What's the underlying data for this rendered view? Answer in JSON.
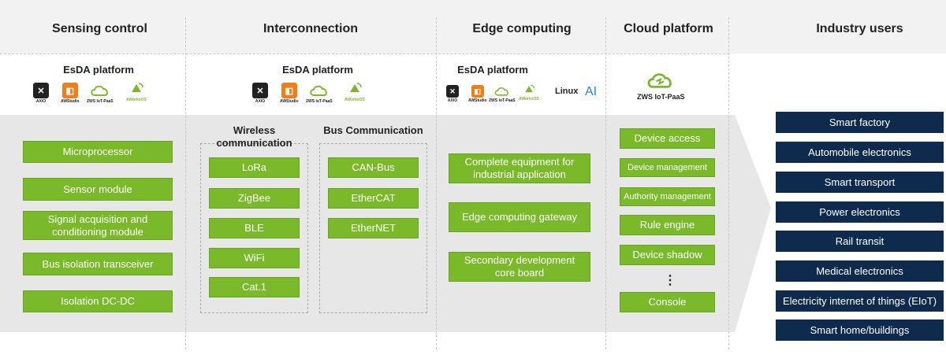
{
  "headers": {
    "sensing": "Sensing control",
    "interconnection": "Interconnection",
    "edge": "Edge computing",
    "cloud": "Cloud platform",
    "industry": "Industry users"
  },
  "platforms": {
    "sensing": "EsDA platform",
    "interconnection": "EsDA platform",
    "edge": "EsDA platform",
    "cloud_logo_label": "ZWS IoT-PaaS"
  },
  "logos": {
    "axio": "AXIO",
    "awstudio": "AWStudio",
    "zws": "ZWS IoT-PaaS",
    "awsensos": "AWorksOS",
    "linux": "Linux",
    "ai": "AI"
  },
  "sensing_items": [
    "Microprocessor",
    "Sensor module",
    "Signal acquisition and conditioning module",
    "Bus isolation transceiver",
    "Isolation DC-DC"
  ],
  "wireless": {
    "title": "Wireless communication",
    "items": [
      "LoRa",
      "ZigBee",
      "BLE",
      "WiFi",
      "Cat.1"
    ]
  },
  "bus": {
    "title": "Bus Communication",
    "items": [
      "CAN-Bus",
      "EtherCAT",
      "EtherNET"
    ]
  },
  "edge_items": [
    "Complete equipment for industrial application",
    "Edge computing gateway",
    "Secondary development core board"
  ],
  "cloud_items": [
    "Device access",
    "Device management",
    "Authority management",
    "Rule engine",
    "Device shadow",
    "Console"
  ],
  "cloud_ellipsis": "⋮",
  "industry_items": [
    "Smart factory",
    "Automobile electronics",
    "Smart transport",
    "Power electronics",
    "Rail transit",
    "Medical electronics",
    "Electricity internet of things (EIoT)",
    "Smart home/buildings"
  ],
  "colors": {
    "green": "#7ab929",
    "navy": "#0e2a4d",
    "band": "#f2f2f2",
    "panel": "#e7e7e7"
  }
}
